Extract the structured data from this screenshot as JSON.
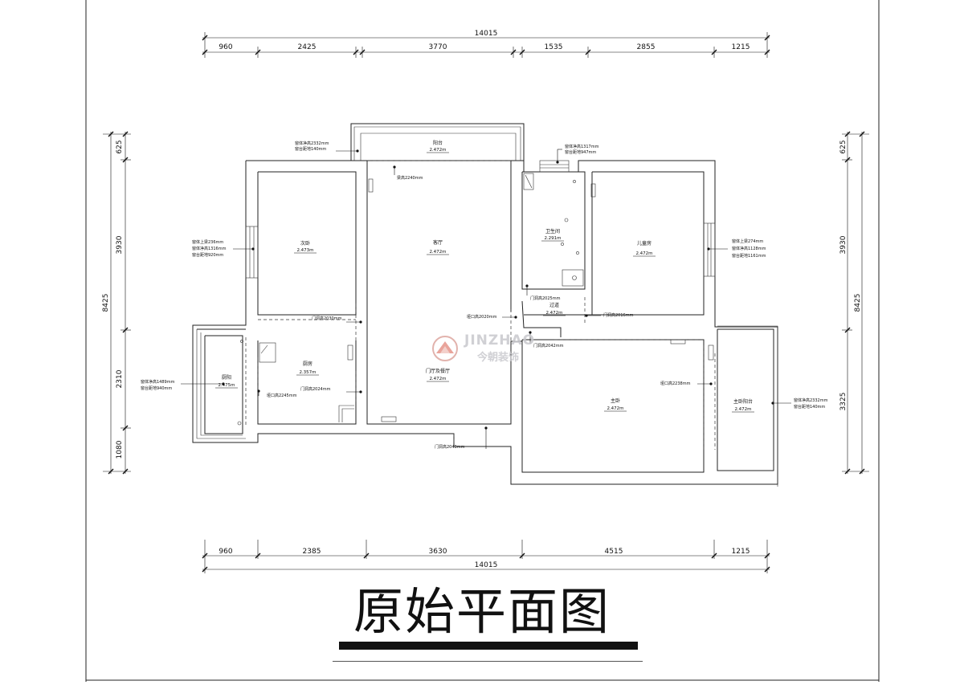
{
  "title": "原始平面图",
  "watermark": {
    "brand": "JINZHAO",
    "brand_cn": "今朝装饰",
    "color": "#c8c8cd",
    "accent": "#d9746a"
  },
  "dimensions": {
    "top_total": "14015",
    "top": [
      "960",
      "2425",
      "3770",
      "1535",
      "2855",
      "1215"
    ],
    "bottom_total": "14015",
    "bottom": [
      "960",
      "2385",
      "3630",
      "4515",
      "1215"
    ],
    "left_total": "8425",
    "left": [
      "625",
      "3930",
      "2310",
      "1080"
    ],
    "right_total": "8425",
    "right": [
      "625",
      "3930",
      "3325"
    ]
  },
  "rooms": [
    {
      "name": "阳台",
      "level": "2.472m"
    },
    {
      "name": "次卧",
      "level": "2.473m"
    },
    {
      "name": "客厅",
      "level": "2.472m"
    },
    {
      "name": "卫生间",
      "level": "2.291m"
    },
    {
      "name": "儿童房",
      "level": "2.472m"
    },
    {
      "name": "过道",
      "level": "2.472m"
    },
    {
      "name": "厨房",
      "level": "2.357m"
    },
    {
      "name": "门厅及餐厅",
      "level": "2.472m"
    },
    {
      "name": "厨阳",
      "level": "2.475m"
    },
    {
      "name": "主卧",
      "level": "2.472m"
    },
    {
      "name": "主卧阳台",
      "level": "2.472m"
    }
  ],
  "notes": {
    "balcony_window_height": "窗体净高2332mm",
    "balcony_sill": "窗台距地140mm",
    "bath_window_height": "窗体净高1317mm",
    "bath_sill": "窗台距地947mm",
    "beam_height": "梁高2240mm",
    "bedroom2_window_beam": "窗体上梁236mm",
    "bedroom2_window_height": "窗体净高1316mm",
    "bedroom2_sill": "窗台距地920mm",
    "kids_window_beam": "窗体上梁274mm",
    "kids_window_height": "窗体净高1128mm",
    "kids_sill": "窗台距地1161mm",
    "door_bedroom2": "门洞高2030mm",
    "door_bath": "门洞高2025mm",
    "door_corridor": "垭口高2020mm",
    "door_kids": "门洞高2016mm",
    "door_master_entry": "门洞高2042mm",
    "kitchen_balcony_window": "窗体净高1489mm",
    "kitchen_balcony_sill": "窗台距地940mm",
    "door_kitchen": "门洞高2024mm",
    "kitchen_opening": "垭口高2245mm",
    "master_opening": "垭口高2238mm",
    "master_balcony_window": "窗体净高2332mm",
    "master_balcony_sill": "窗台距地140mm",
    "door_entrance": "门洞高2043mm"
  }
}
